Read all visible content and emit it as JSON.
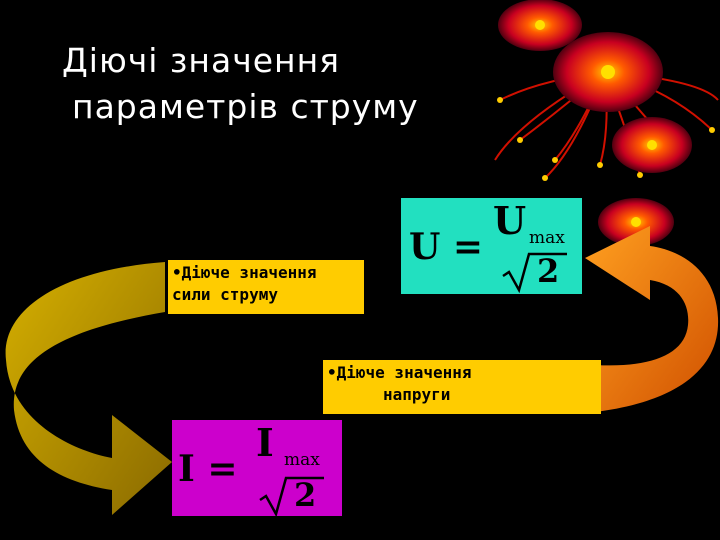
{
  "title": {
    "line1": "Діючі значення",
    "line2": "параметрів струму"
  },
  "labels": {
    "current_line1": "•Діюче значення",
    "current_line2": "сили струму",
    "voltage_line1": "•Діюче значення",
    "voltage_line2": "напруги"
  },
  "formula_u": {
    "lhs": "U =",
    "num": "U",
    "sub": "max",
    "den": "2"
  },
  "formula_i": {
    "lhs": "I =",
    "num": "I",
    "sub": "max",
    "den": "2"
  },
  "colors": {
    "background": "#000000",
    "label_bg": "#ffcc00",
    "formula_u_bg": "#22e0c0",
    "formula_i_bg": "#cc00cc",
    "arrow_left": "#c8a000",
    "arrow_right": "#f08a10",
    "flower": "#cc2200"
  }
}
